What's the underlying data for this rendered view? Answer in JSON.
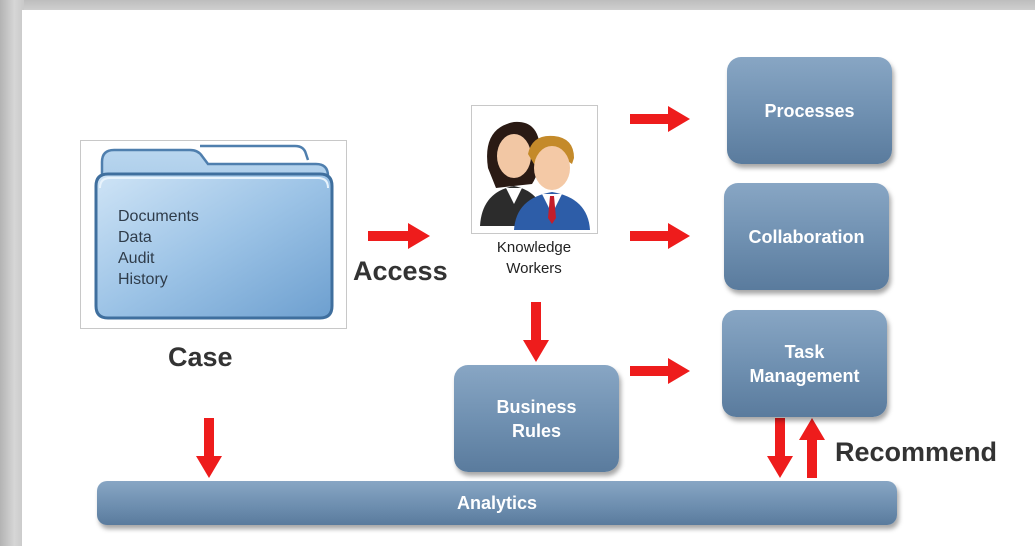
{
  "case": {
    "title": "Case",
    "folder_items": [
      "Documents",
      "Data",
      "Audit",
      "History"
    ]
  },
  "access_label": "Access",
  "knowledge_workers": {
    "line1": "Knowledge",
    "line2": "Workers"
  },
  "boxes": {
    "processes": "Processes",
    "collaboration": "Collaboration",
    "task_management": {
      "line1": "Task",
      "line2": "Management"
    },
    "business_rules": {
      "line1": "Business",
      "line2": "Rules"
    },
    "analytics": "Analytics"
  },
  "recommend_label": "Recommend",
  "colors": {
    "box": "#6e8fb0",
    "arrow": "#ee1c1c",
    "folder": "#7fb2e0"
  },
  "icons": [
    "folder-icon",
    "knowledge-workers-icon"
  ]
}
